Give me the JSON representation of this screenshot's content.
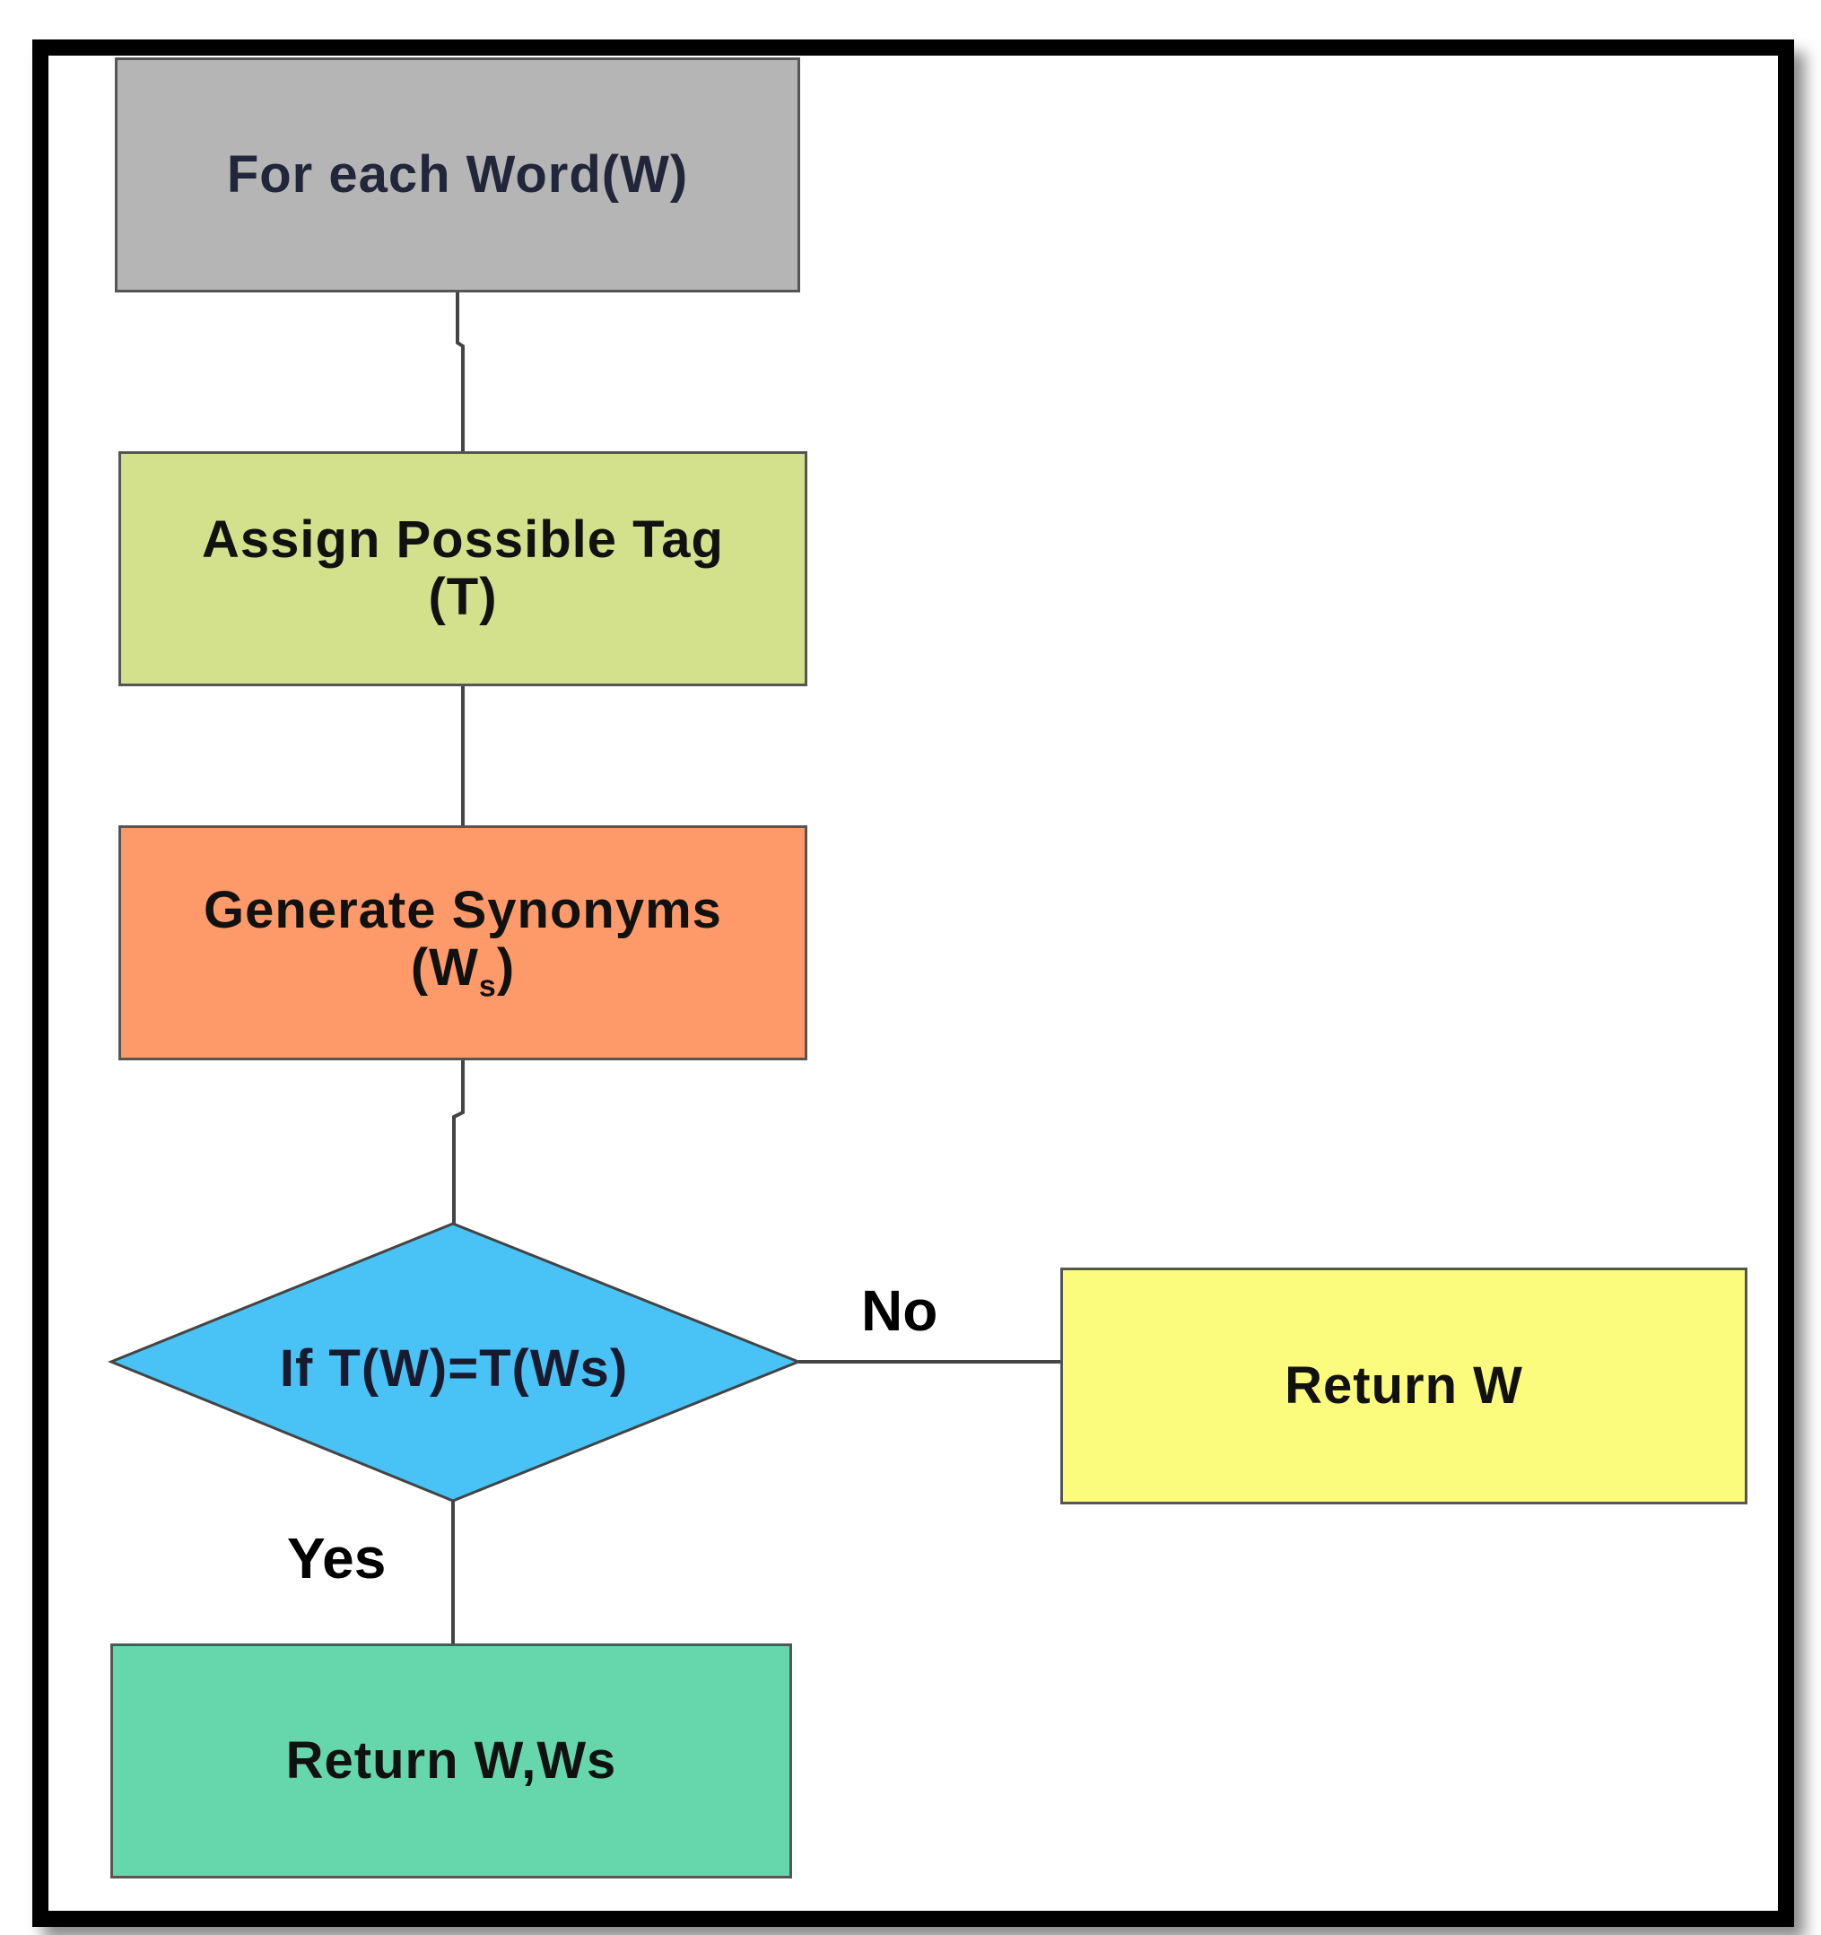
{
  "nodes": {
    "for_each": {
      "line1": "For each Word(W)"
    },
    "assign_tag": {
      "line1": "Assign Possible Tag",
      "line2": "(T)"
    },
    "synonyms": {
      "line1": "Generate Synonyms",
      "line2_main": "(W",
      "line2_sub": "s",
      "line2_end": ")"
    },
    "decision": {
      "text": "If T(W)=T(Ws)"
    },
    "return_w": {
      "text": "Return W"
    },
    "return_w_ws": {
      "text": "Return W,Ws"
    }
  },
  "edge_labels": {
    "no": "No",
    "yes": "Yes"
  },
  "colors": {
    "for_each": "#b5b5b5",
    "assign_tag": "#d3e18d",
    "synonyms": "#fe9a69",
    "decision": "#49c2f5",
    "return_w": "#fbfb7d",
    "return_w_ws": "#66d7ad",
    "frame": "#000000"
  }
}
